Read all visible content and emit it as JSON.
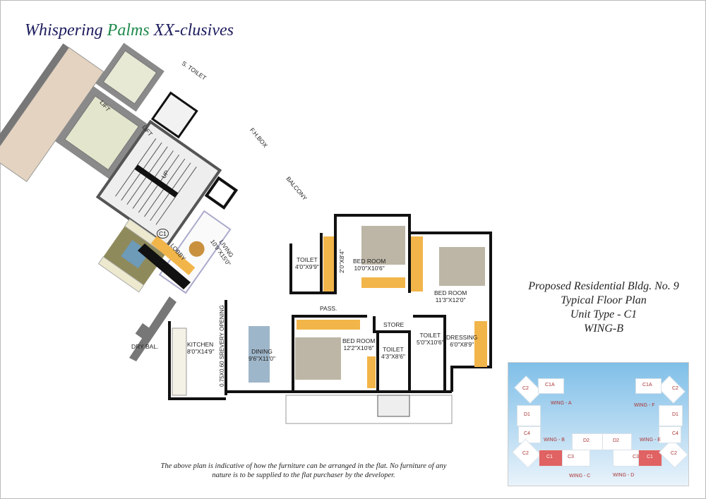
{
  "title": {
    "part1": "Whispering ",
    "part2": "Palms",
    "part3": " XX-clusives"
  },
  "colors": {
    "title_blue": "#1c1c5e",
    "title_green": "#1f8a4c",
    "highlight_unit": "#e06262",
    "wall": "#1a1a1a",
    "furniture_wood": "#f2b54a"
  },
  "info": {
    "line1": "Proposed Residential Bldg. No. 9",
    "line2": "Typical Floor Plan",
    "line3": "Unit Type - C1",
    "line4": "WING-B"
  },
  "rooms": {
    "s_toilet": "S. TOILET",
    "lift1": "LIFT",
    "lift2": "LIFT",
    "up": "UP",
    "fh_box": "F.H.BOX",
    "balcony": "BALCONY",
    "c1": "C1",
    "lobby": "LOBBY",
    "living": {
      "name": "LIVING",
      "dim": "10'9\"X15'0\""
    },
    "toilet1": {
      "name": "TOILET",
      "dim": "4'0\"X9'9\""
    },
    "wardrobe": "2'0\"X8'4\"",
    "bedroom1": {
      "name": "BED ROOM",
      "dim": "10'0\"X10'6\""
    },
    "bedroom2": {
      "name": "BED ROOM",
      "dim": "11'3\"X12'0\""
    },
    "pass": "PASS.",
    "kitchen": {
      "name": "KITCHEN",
      "dim": "8'0\"X14'9\""
    },
    "servery": "0.75X0.60 SREVERY OPENING",
    "dry_bal": "DRY BAL.",
    "dining": {
      "name": "DINING",
      "dim": "9'6\"X11'0\""
    },
    "bedroom3": {
      "name": "BED ROOM",
      "dim": "12'2\"X10'6\""
    },
    "store": "STORE",
    "toilet2": {
      "name": "TOILET",
      "dim": "4'3\"X8'6\""
    },
    "toilet3": {
      "name": "TOILET",
      "dim": "5'0\"X10'6\""
    },
    "dressing": {
      "name": "DRESSING",
      "dim": "6'0\"X8'9\""
    }
  },
  "key_plan": {
    "units": [
      "C2",
      "C1A",
      "D1",
      "C4",
      "C2",
      "C1",
      "C3",
      "D2",
      "D2",
      "C3",
      "C1",
      "C2",
      "C4",
      "D1",
      "C2",
      "C1A"
    ],
    "wings": [
      "WING - A",
      "WING - B",
      "WING - C",
      "WING - D",
      "WING - E",
      "WING - F"
    ]
  },
  "disclaimer": {
    "line1": "The  above plan is indicative of how the furniture can be arranged in the flat. No furniture of any",
    "line2": "nature is to be supplied to the flat purchaser by the developer."
  }
}
